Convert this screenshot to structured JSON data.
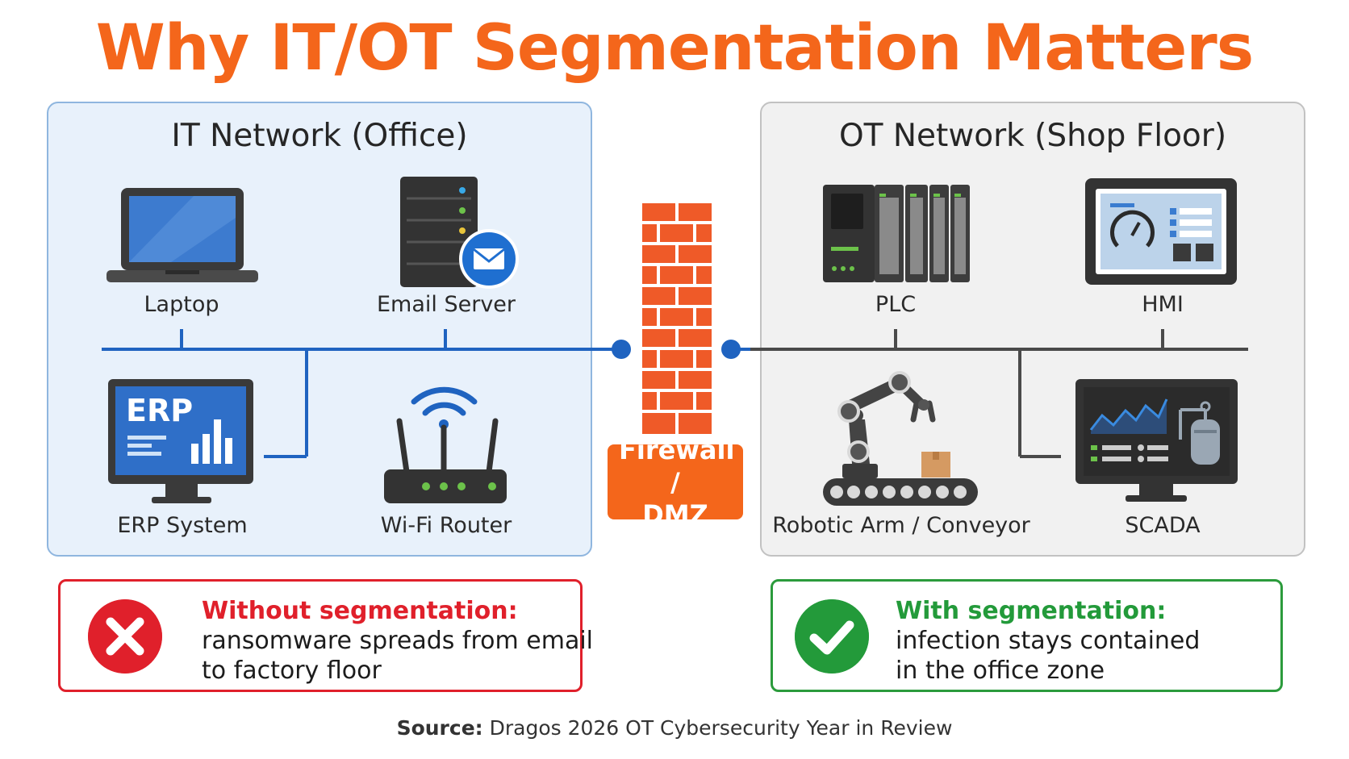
{
  "title": "Why IT/OT Segmentation Matters",
  "it_zone": {
    "title": "IT Network (Office)",
    "devices": {
      "laptop": "Laptop",
      "email_server": "Email Server",
      "erp": "ERP System",
      "erp_screen_text": "ERP",
      "router": "Wi-Fi Router"
    }
  },
  "firewall": {
    "line1": "Firewall /",
    "line2": "DMZ"
  },
  "ot_zone": {
    "title": "OT Network (Shop Floor)",
    "devices": {
      "plc": "PLC",
      "hmi": "HMI",
      "robot": "Robotic Arm / Conveyor",
      "scada": "SCADA"
    }
  },
  "callouts": {
    "without": {
      "heading": "Without segmentation:",
      "line1": "ransomware spreads from email",
      "line2": "to factory floor"
    },
    "with": {
      "heading": "With segmentation:",
      "line1": "infection stays contained",
      "line2": "in the office zone"
    }
  },
  "source": {
    "label": "Source:",
    "text": "Dragos 2026 OT Cybersecurity Year in Review"
  },
  "colors": {
    "accent_orange": "#f4661b",
    "network_blue": "#1f63c0",
    "bad_red": "#e0202b",
    "good_green": "#239a3a"
  }
}
